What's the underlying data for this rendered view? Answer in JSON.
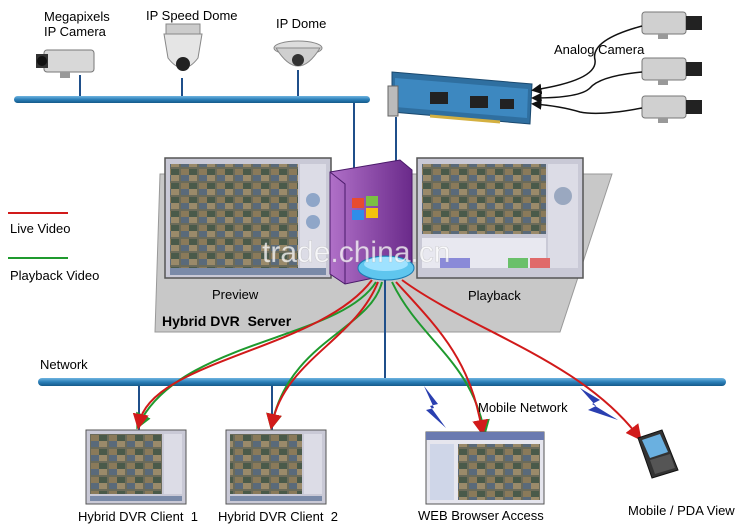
{
  "devices": {
    "ip_camera": "Megapixels\nIP Camera",
    "ip_speed_dome": "IP Speed Dome",
    "ip_dome": "IP Dome",
    "analog_camera": "Analog Camera"
  },
  "legend": {
    "live_video": "Live Video",
    "playback_video": "Playback Video"
  },
  "server": {
    "preview": "Preview",
    "playback": "Playback",
    "title": "Hybrid DVR  Server"
  },
  "network": {
    "label": "Network",
    "mobile_network": "Mobile Network"
  },
  "clients": {
    "client1": "Hybrid DVR Client  1",
    "client2": "Hybrid DVR Client  2",
    "web": "WEB Browser Access",
    "mobile": "Mobile / PDA View"
  },
  "watermark": "trade.china.cn",
  "colors": {
    "bus": "#2b7fb8",
    "live": "#d11a1a",
    "playback": "#1f9a2e",
    "server_tower": "#8a3fa8",
    "platform": "#c8c8c8"
  }
}
